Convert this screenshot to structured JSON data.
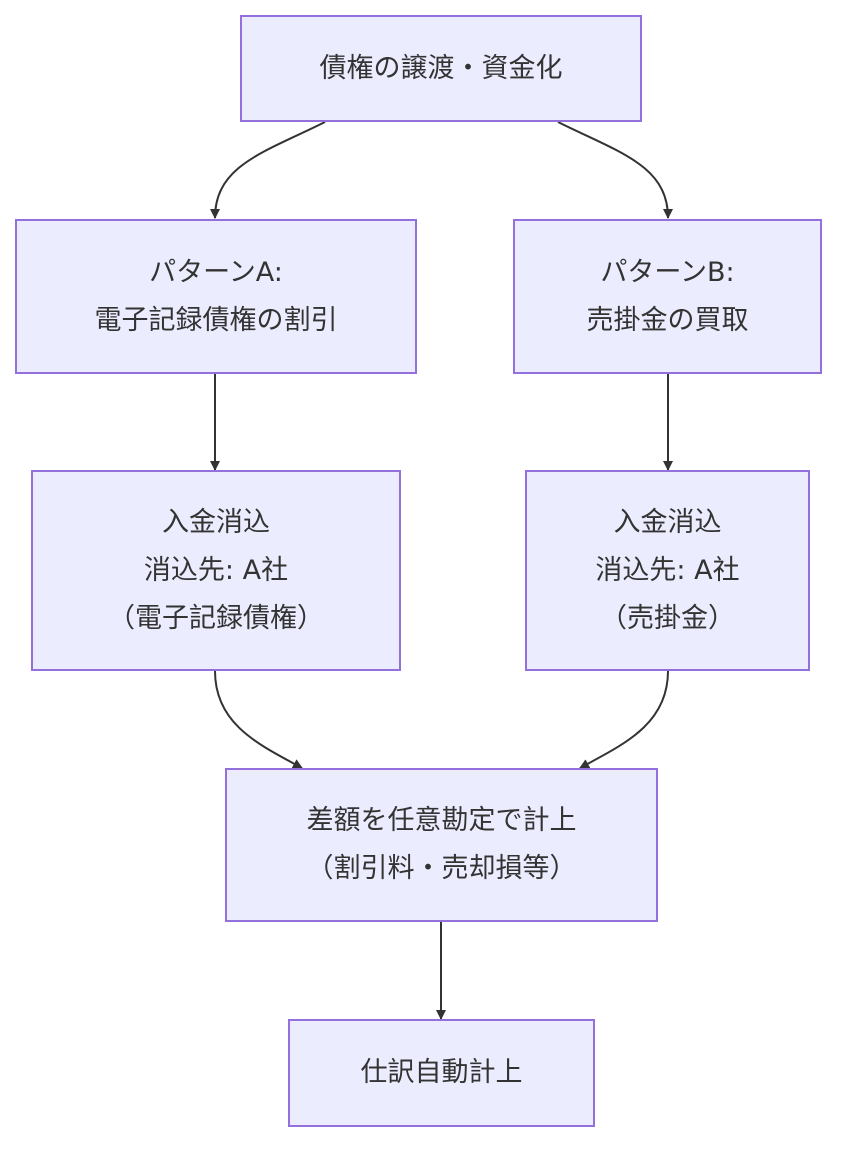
{
  "diagram": {
    "type": "flowchart",
    "nodes": {
      "root": {
        "lines": [
          "債権の譲渡・資金化"
        ]
      },
      "pattern_a": {
        "lines": [
          "パターンA:",
          "電子記録債権の割引"
        ]
      },
      "pattern_b": {
        "lines": [
          "パターンB:",
          "売掛金の買取"
        ]
      },
      "clear_a": {
        "lines": [
          "入金消込",
          "消込先: A社",
          "（電子記録債権）"
        ]
      },
      "clear_b": {
        "lines": [
          "入金消込",
          "消込先: A社",
          "（売掛金）"
        ]
      },
      "difference": {
        "lines": [
          "差額を任意勘定で計上",
          "（割引料・売却損等）"
        ]
      },
      "auto_journal": {
        "lines": [
          "仕訳自動計上"
        ]
      }
    },
    "edges": [
      {
        "from": "root",
        "to": "pattern_a"
      },
      {
        "from": "root",
        "to": "pattern_b"
      },
      {
        "from": "pattern_a",
        "to": "clear_a"
      },
      {
        "from": "pattern_b",
        "to": "clear_b"
      },
      {
        "from": "clear_a",
        "to": "difference"
      },
      {
        "from": "clear_b",
        "to": "difference"
      },
      {
        "from": "difference",
        "to": "auto_journal"
      }
    ],
    "colors": {
      "node_fill": "#ececff",
      "node_border": "#9370db",
      "edge": "#333333",
      "text": "#333333"
    }
  }
}
